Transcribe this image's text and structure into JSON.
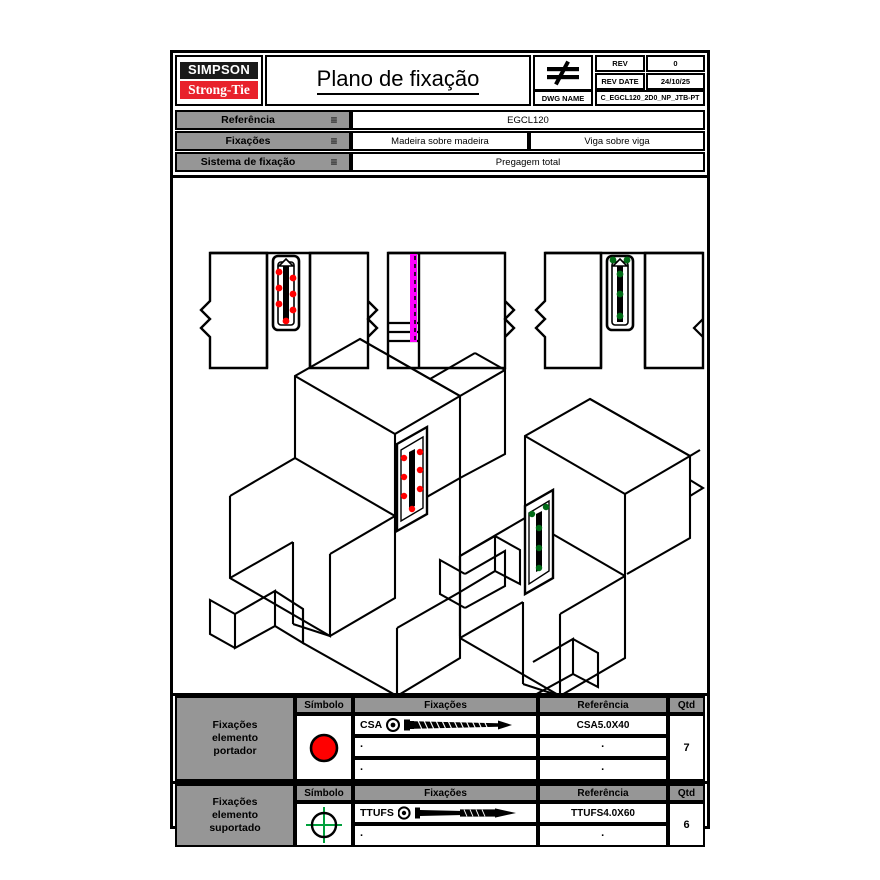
{
  "titleblock": {
    "logo_top": "SIMPSON",
    "logo_bottom": "Strong-Tie",
    "title": "Plano de fixação",
    "symbol": "≠",
    "rev_label": "REV",
    "rev_value": "0",
    "revdate_label": "REV DATE",
    "revdate_value": "24/10/25",
    "dwgname_label": "DWG NAME",
    "dwgname_value": "C_EGCL120_2D0_NP_JTB-PT"
  },
  "info": {
    "equals": "≡",
    "rows": [
      {
        "label": "Referência",
        "values": [
          "EGCL120"
        ]
      },
      {
        "label": "Fixações",
        "values": [
          "Madeira sobre madeira",
          "Viga sobre viga"
        ]
      },
      {
        "label": "Sistema de fixação",
        "values": [
          "Pregagem total"
        ]
      }
    ]
  },
  "drawing": {
    "elevations": [
      {
        "name": "elevation-left-red",
        "marker_color": "#ff0000"
      },
      {
        "name": "elevation-center-magenta",
        "marker_color": "#ff00ff"
      },
      {
        "name": "elevation-right-green",
        "marker_color": "#006b16"
      }
    ],
    "isometrics": [
      {
        "name": "isometric-left-red",
        "marker_color": "#ff0000"
      },
      {
        "name": "isometric-right-green",
        "marker_color": "#006b16"
      }
    ]
  },
  "legends": [
    {
      "side_label": "Fixações elemento portador",
      "side_lines": [
        "Fixações",
        "elemento",
        "portador"
      ],
      "headers": {
        "symbol": "Símbolo",
        "fixacoes": "Fixações",
        "referencia": "Referência",
        "qtd": "Qtd"
      },
      "symbol_kind": "filled-circle",
      "symbol_color": "#ff0000",
      "qtd": "7",
      "rows": [
        {
          "fixacao": "CSA",
          "icon": "screw-icon",
          "referencia": "CSA5.0X40"
        },
        {
          "fixacao": "·",
          "icon": "",
          "referencia": "·"
        },
        {
          "fixacao": "·",
          "icon": "",
          "referencia": "·"
        }
      ]
    },
    {
      "side_label": "Fixações elemento suportado",
      "side_lines": [
        "Fixações",
        "elemento",
        "suportado"
      ],
      "headers": {
        "symbol": "Símbolo",
        "fixacoes": "Fixações",
        "referencia": "Referência",
        "qtd": "Qtd"
      },
      "symbol_kind": "crosshair-circle",
      "symbol_color": "#00a03c",
      "qtd": "6",
      "rows": [
        {
          "fixacao": "TTUFS",
          "icon": "nail-icon",
          "referencia": "TTUFS4.0X60"
        },
        {
          "fixacao": "·",
          "icon": "",
          "referencia": "·"
        }
      ]
    }
  ],
  "colors": {
    "header_gray": "#969696",
    "brand_red": "#e8212b",
    "marker_red": "#ff0000",
    "marker_green": "#006b16",
    "marker_magenta": "#ff00ff"
  }
}
